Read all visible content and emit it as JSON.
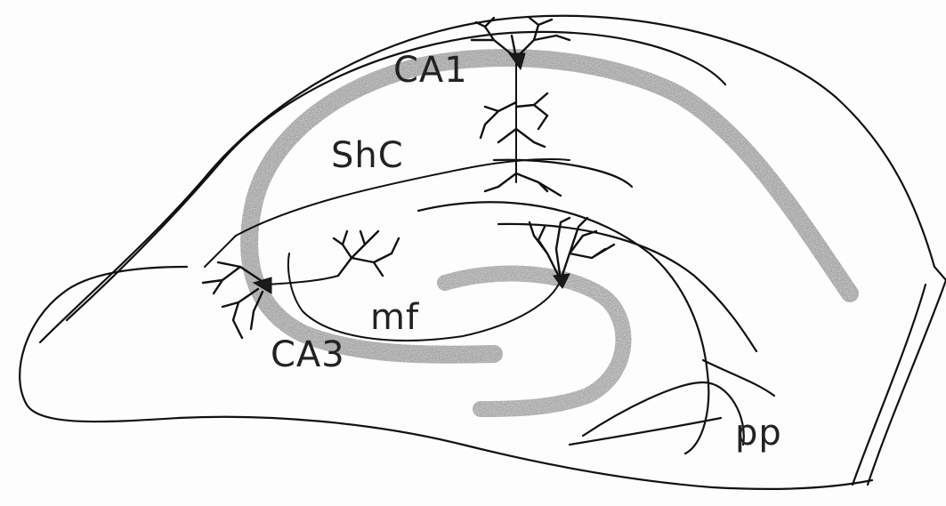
{
  "labels": {
    "ca1": "CA1",
    "shc": "ShC",
    "mf": "mf",
    "ca3": "CA3",
    "pp": "pp"
  },
  "colors": {
    "ink": "#111111",
    "cell_layer": "#bdbdbd",
    "background": "#fdfdfd"
  }
}
